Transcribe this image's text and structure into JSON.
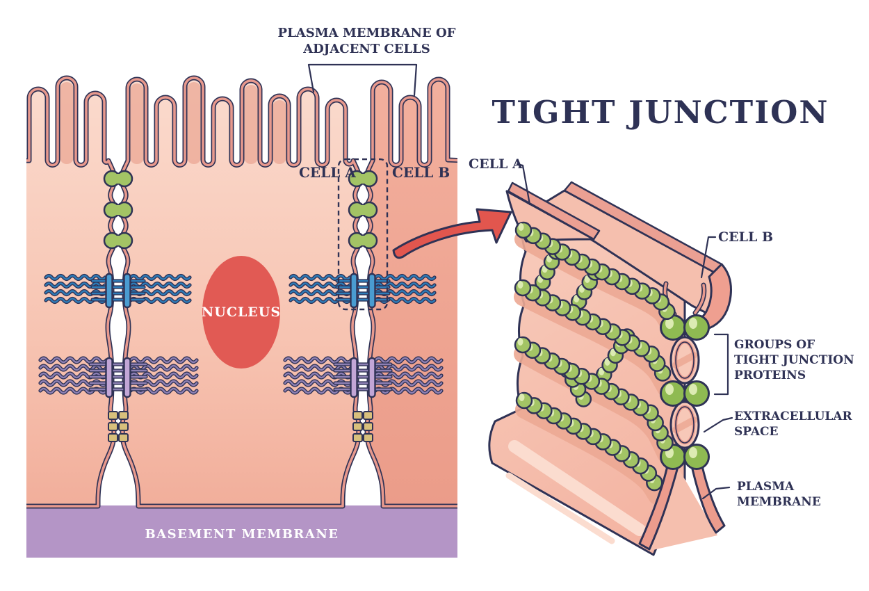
{
  "title": "TIGHT JUNCTION",
  "top_label": {
    "line1": "PLASMA MEMBRANE OF",
    "line2": "ADJACENT CELLS"
  },
  "left_panel": {
    "cell_a": "CELL A",
    "cell_b": "CELL B",
    "nucleus": "NUCLEUS",
    "basement_membrane": "BASEMENT MEMBRANE"
  },
  "right_panel": {
    "cell_a": "CELL A",
    "cell_b": "CELL B",
    "groups_line1": "GROUPS OF",
    "groups_line2": "TIGHT JUNCTION",
    "groups_line3": "PROTEINS",
    "extracellular_line1": "EXTRACELLULAR",
    "extracellular_line2": "SPACE",
    "plasma_line1": "PLASMA",
    "plasma_line2": "MEMBRANE"
  },
  "colors": {
    "navy": "#2f3255",
    "arrow_red": "#e2564e",
    "protein_green": "#a3c465",
    "protein_green_dark": "#8fba52",
    "green_highlight": "#dcebb2",
    "actin_blue": "#2e7cb8",
    "blue_bar": "#4a9cd1",
    "filament_purple": "#8d80b4",
    "purple_bar": "#c2a6d6",
    "gap_tan": "#d8c07c",
    "nucleus_red": "#e15a54",
    "basement_purple": "#b495c6",
    "membrane_salmon": "#e8998d",
    "cell_light": "#fbdccf",
    "cell_mid": "#f3b4a1",
    "cell_dark": "#f0a997",
    "face_pink": "#f6c4b4",
    "ridge_salmon": "#eca893",
    "dark_finger": "#e79c89"
  }
}
